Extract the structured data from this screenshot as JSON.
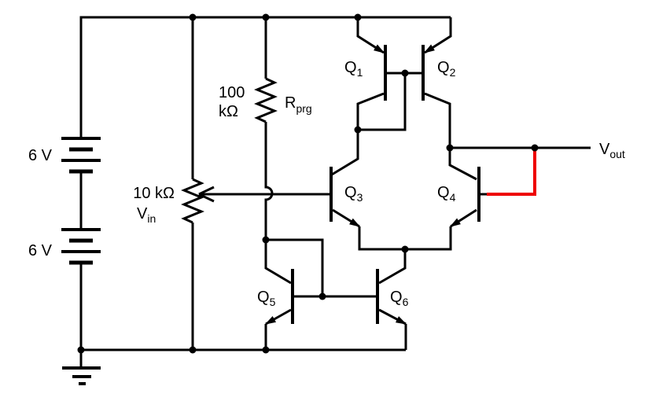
{
  "colors": {
    "wire": "#000000",
    "feedback_wire": "#ee0000",
    "background": "#ffffff"
  },
  "power": {
    "battery_top_label": "6 V",
    "battery_bottom_label": "6 V"
  },
  "resistors": {
    "rprg_value_line1": "100",
    "rprg_value_line2": "kΩ",
    "rprg_name": {
      "base": "R",
      "sub": "prg"
    },
    "pot_value": "10 kΩ",
    "pot_name": {
      "base": "V",
      "sub": "in"
    }
  },
  "transistors": {
    "q1": {
      "base": "Q",
      "sub": "1"
    },
    "q2": {
      "base": "Q",
      "sub": "2"
    },
    "q3": {
      "base": "Q",
      "sub": "3"
    },
    "q4": {
      "base": "Q",
      "sub": "4"
    },
    "q5": {
      "base": "Q",
      "sub": "5"
    },
    "q6": {
      "base": "Q",
      "sub": "6"
    }
  },
  "output": {
    "vout": {
      "base": "V",
      "sub": "out"
    }
  },
  "components": [
    {
      "name": "battery-top",
      "type": "battery",
      "value": "6 V"
    },
    {
      "name": "battery-bottom",
      "type": "battery",
      "value": "6 V"
    },
    {
      "name": "rprg",
      "type": "resistor",
      "value": "100 kΩ",
      "label": "Rprg"
    },
    {
      "name": "vin-pot",
      "type": "potentiometer",
      "value": "10 kΩ",
      "label": "Vin"
    },
    {
      "name": "q1",
      "type": "pnp-transistor"
    },
    {
      "name": "q2",
      "type": "pnp-transistor"
    },
    {
      "name": "q3",
      "type": "npn-transistor"
    },
    {
      "name": "q4",
      "type": "npn-transistor"
    },
    {
      "name": "q5",
      "type": "npn-transistor"
    },
    {
      "name": "q6",
      "type": "npn-transistor"
    },
    {
      "name": "vout",
      "type": "output-terminal",
      "label": "Vout"
    }
  ]
}
